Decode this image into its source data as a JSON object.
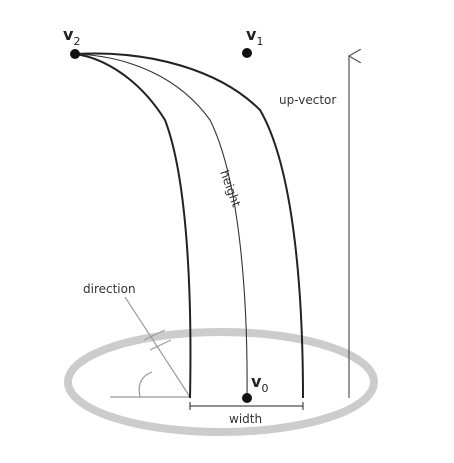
{
  "diagram": {
    "points": {
      "v0": {
        "label": "v",
        "sub": "0"
      },
      "v1": {
        "label": "v",
        "sub": "1"
      },
      "v2": {
        "label": "v",
        "sub": "2"
      }
    },
    "labels": {
      "height": "height",
      "width": "width",
      "direction": "direction",
      "up_vector": "up-vector"
    },
    "colors": {
      "line": "#222222",
      "thin_line": "#555555",
      "ring": "#cccccc",
      "direction_line": "#999999",
      "text": "#333333"
    }
  }
}
